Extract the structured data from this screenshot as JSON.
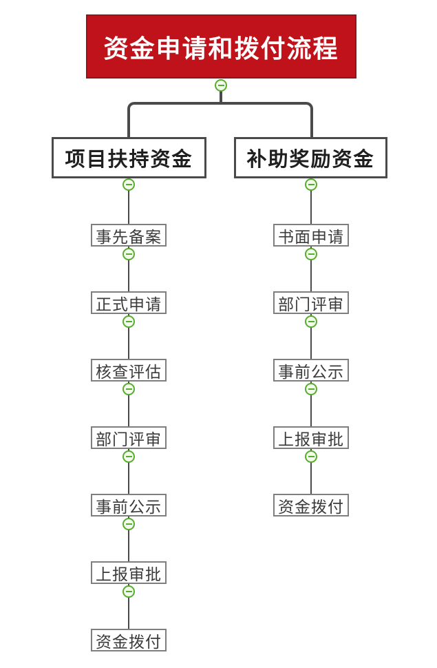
{
  "title": {
    "label": "资金申请和拨付流程"
  },
  "branches": [
    {
      "label": "项目扶持资金",
      "steps": [
        "事先备案",
        "正式申请",
        "核查评估",
        "部门评审",
        "事前公示",
        "上报审批",
        "资金拨付"
      ]
    },
    {
      "label": "补助奖励资金",
      "steps": [
        "书面申请",
        "部门评审",
        "事前公示",
        "上报审批",
        "资金拨付"
      ]
    }
  ],
  "icons": {
    "collapse": "minus-circle-icon",
    "collapse_glyph": "−"
  },
  "colors": {
    "canvas-bg": "#FFFFFF",
    "title-bg": "#C0121B",
    "title-border": "#9A0E15",
    "title-text": "#FFFFFF",
    "branch-text": "#1F1F1F",
    "line-dark": "#4A4A4A",
    "node-border": "#7E7E7E",
    "node-text": "#3A3A3A",
    "collapse-green": "#58AC2D",
    "collapse-fill": "#F2FAEB"
  }
}
